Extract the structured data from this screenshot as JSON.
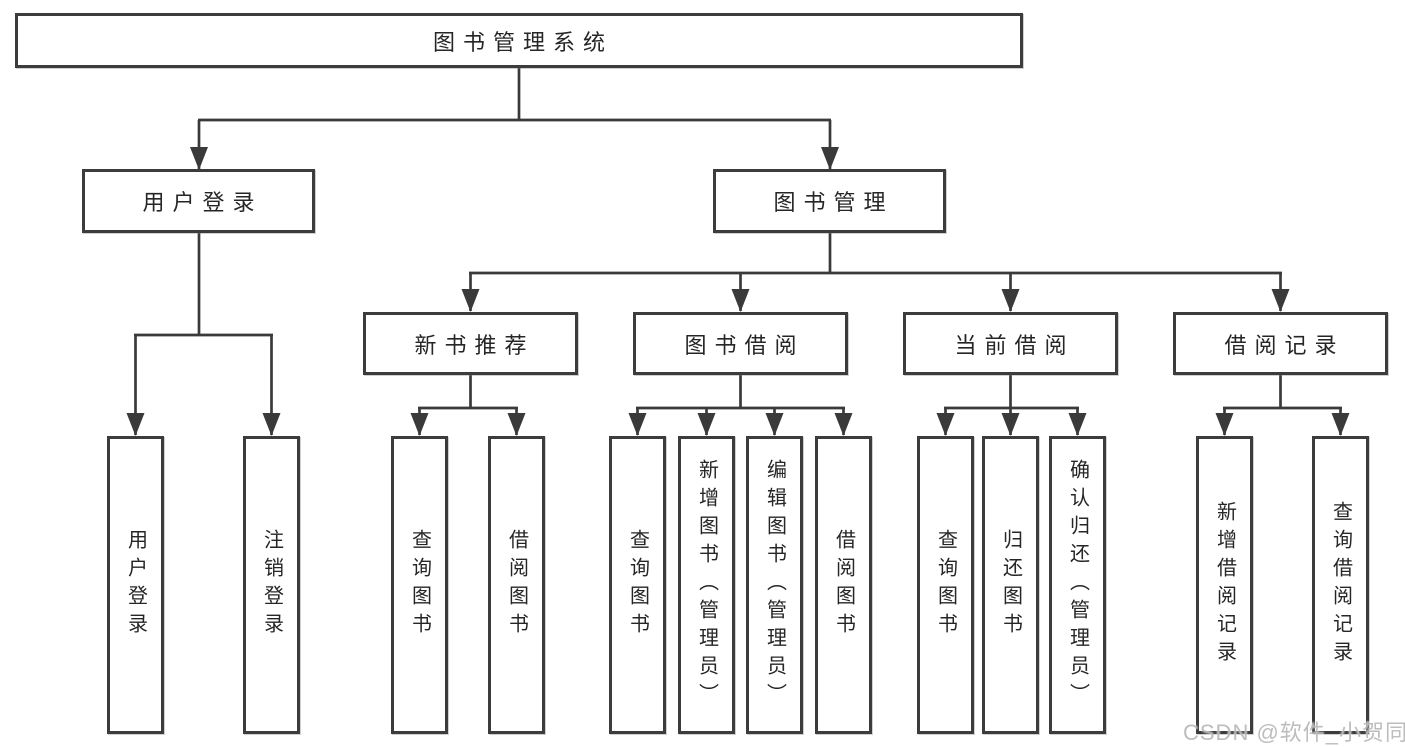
{
  "watermark": "CSDN @软件_小贺同学",
  "colors": {
    "line": "#3a3a3a",
    "box_border": "#3c3c3c",
    "box_background": "#ffffff",
    "text": "#262626",
    "watermark": "#b2b2b2"
  },
  "tree": {
    "label": "图书管理系统",
    "children": [
      {
        "label": "用户登录",
        "children": [
          {
            "label": "用户登录"
          },
          {
            "label": "注销登录"
          }
        ]
      },
      {
        "label": "图书管理",
        "children": [
          {
            "label": "新书推荐",
            "children": [
              {
                "label": "查询图书"
              },
              {
                "label": "借阅图书"
              }
            ]
          },
          {
            "label": "图书借阅",
            "children": [
              {
                "label": "查询图书"
              },
              {
                "label": "新增图书（管理员）"
              },
              {
                "label": "编辑图书（管理员）"
              },
              {
                "label": "借阅图书"
              }
            ]
          },
          {
            "label": "当前借阅",
            "children": [
              {
                "label": "查询图书"
              },
              {
                "label": "归还图书"
              },
              {
                "label": "确认归还（管理员）"
              }
            ]
          },
          {
            "label": "借阅记录",
            "children": [
              {
                "label": "新增借阅记录"
              },
              {
                "label": "查询借阅记录"
              }
            ]
          }
        ]
      }
    ]
  }
}
